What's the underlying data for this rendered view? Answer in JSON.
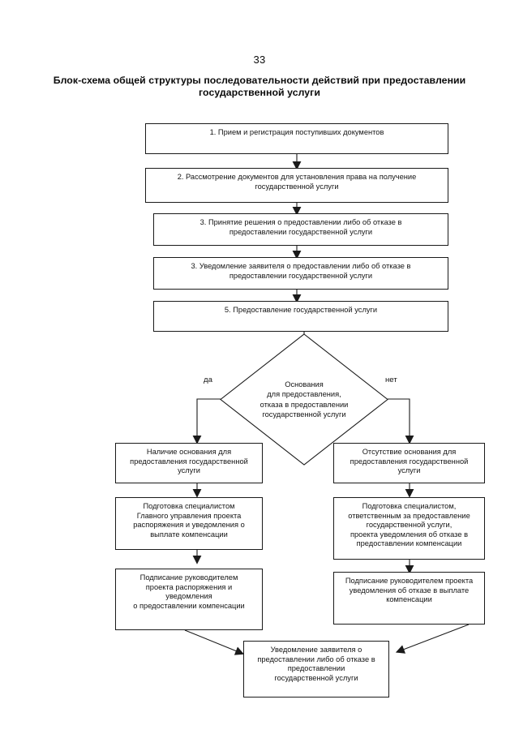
{
  "page": {
    "number": "33",
    "title": "Блок-схема общей структуры последовательности действий при предоставлении\nгосударственной услуги"
  },
  "flowchart": {
    "type": "flowchart",
    "orientation": "top-to-bottom",
    "nodes": [
      {
        "id": "step1",
        "shape": "rectangle",
        "text": "1. Прием и регистрация поступивших документов"
      },
      {
        "id": "step2",
        "shape": "rectangle",
        "text": "2. Рассмотрение документов для установления права на получение\nгосударственной услуги"
      },
      {
        "id": "step3",
        "shape": "rectangle",
        "text": "3. Принятие решения о предоставлении либо об отказе в\nпредоставлении государственной услуги"
      },
      {
        "id": "step4",
        "shape": "rectangle",
        "text": "3. Уведомление заявителя о предоставлении либо об отказе в\nпредоставлении государственной услуги"
      },
      {
        "id": "step5",
        "shape": "rectangle",
        "text": "5. Предоставление государственной услуги"
      },
      {
        "id": "decision",
        "shape": "diamond",
        "text": "Основания\nдля предоставления,\nотказа в предоставлении\nгосударственной услуги"
      },
      {
        "id": "yes1",
        "shape": "rectangle",
        "text": "Наличие основания для\nпредоставления государственной\nуслуги"
      },
      {
        "id": "yes2",
        "shape": "rectangle",
        "text": "Подготовка специалистом\nГлавного управления проекта\nраспоряжения и уведомления о\nвыплате компенсации"
      },
      {
        "id": "yes3",
        "shape": "rectangle",
        "text": "Подписание руководителем\nпроекта распоряжения и\nуведомления\nо предоставлении компенсации"
      },
      {
        "id": "no1",
        "shape": "rectangle",
        "text": "Отсутствие основания для\nпредоставления государственной\nуслуги"
      },
      {
        "id": "no2",
        "shape": "rectangle",
        "text": "Подготовка специалистом,\nответственным за предоставление\nгосударственной услуги,\nпроекта уведомления об отказе в\nпредоставлении компенсации"
      },
      {
        "id": "no3",
        "shape": "rectangle",
        "text": "Подписание руководителем проекта\nуведомления об отказе в выплате\nкомпенсации"
      },
      {
        "id": "final",
        "shape": "rectangle",
        "text": "Уведомление заявителя о\nпредоставлении либо об отказе в\nпредоставлении\nгосударственной услуги"
      }
    ],
    "branch_labels": {
      "yes": "да",
      "no": "нет"
    },
    "colors": {
      "stroke": "#1a1a1a",
      "fill": "#ffffff",
      "text": "#141414"
    }
  }
}
